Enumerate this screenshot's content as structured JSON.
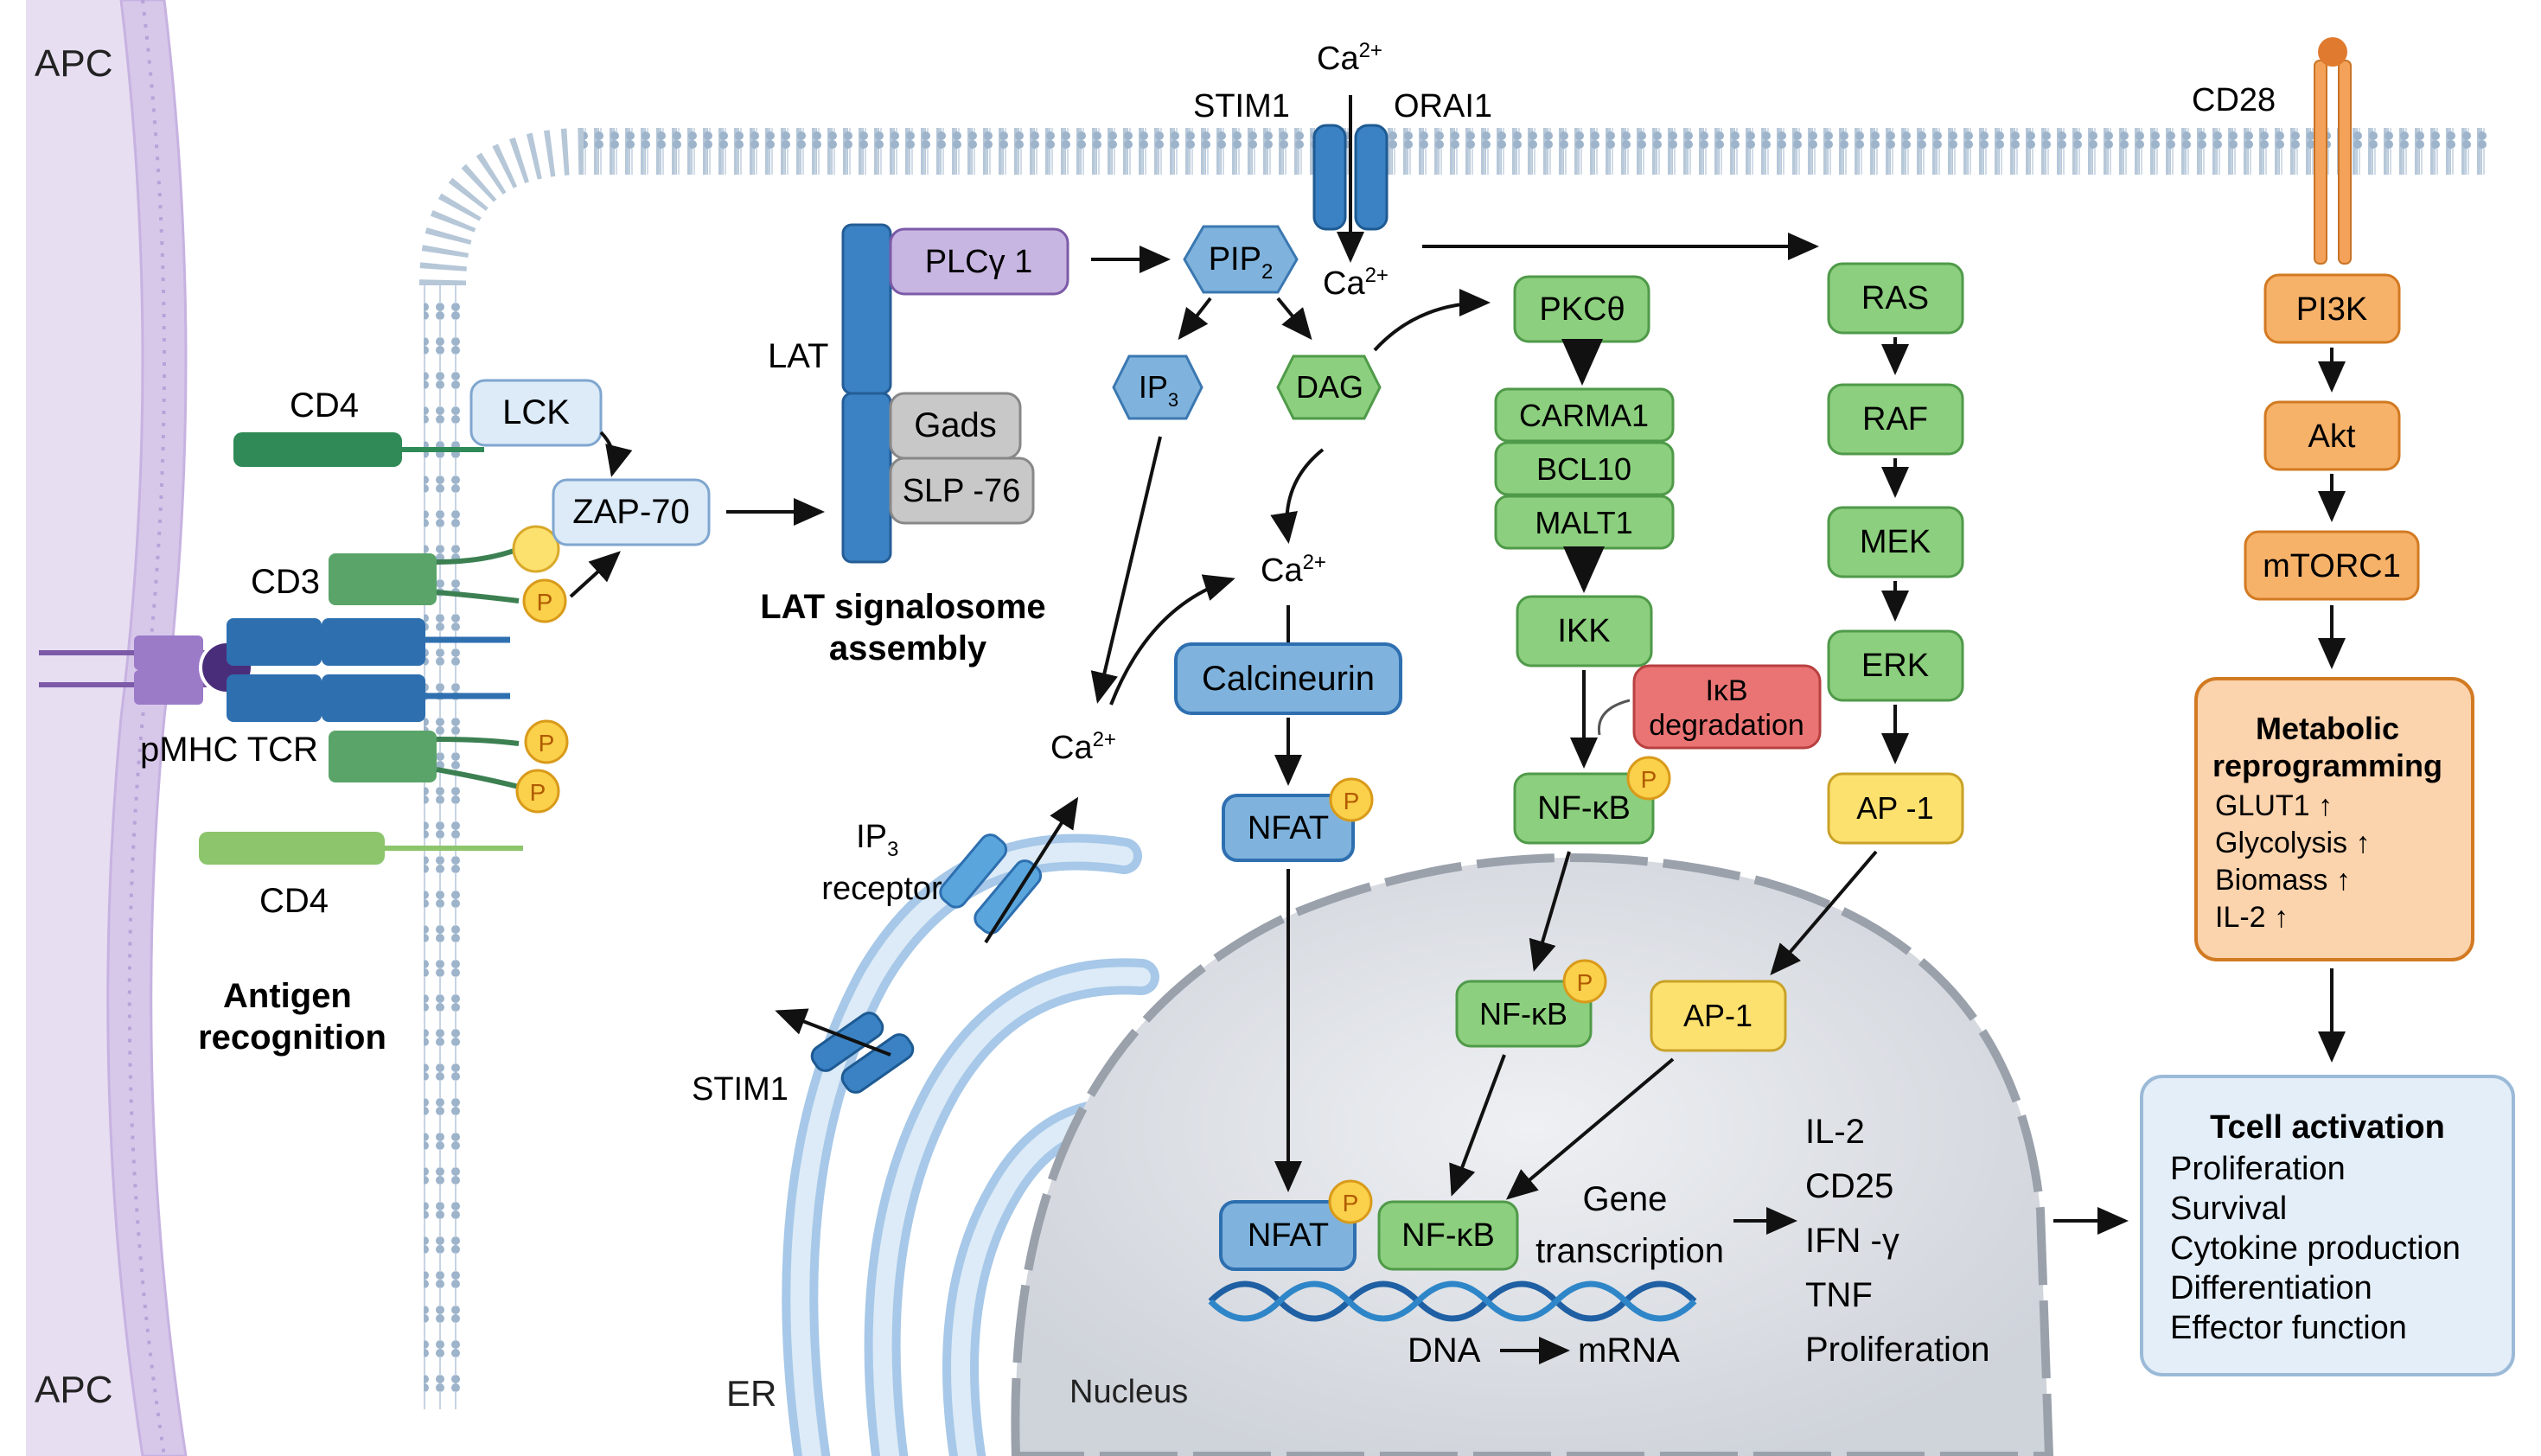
{
  "labels": {
    "apc_top": "APC",
    "apc_bottom": "APC",
    "cd4_top": "CD4",
    "cd4_bottom": "CD4",
    "cd3": "CD3",
    "pmhc_tcr": "pMHC TCR",
    "antigen_recognition_1": "Antigen",
    "antigen_recognition_2": "recognition",
    "lat": "LAT",
    "lat_signalosome_1": "LAT signalosome",
    "lat_signalosome_2": "assembly",
    "stim1_top": "STIM1",
    "orai1": "ORAI1",
    "stim1_er": "STIM1",
    "cd28": "CD28",
    "ip3_receptor_1": "IP",
    "ip3_receptor_1_sub": "3",
    "ip3_receptor_2": "receptor",
    "er": "ER",
    "nucleus": "Nucleus",
    "gene_transcription_1": "Gene",
    "gene_transcription_2": "transcription",
    "dna": "DNA",
    "mrna": "mRNA"
  },
  "calcium": {
    "base": "Ca",
    "charge": "2+"
  },
  "nodes": {
    "lck": "LCK",
    "zap70": "ZAP-70",
    "plcg1": "PLCγ 1",
    "gads": "Gads",
    "slp76": "SLP -76",
    "pip2_base": "PIP",
    "pip2_sub": "2",
    "ip3_base": "IP",
    "ip3_sub": "3",
    "dag": "DAG",
    "calcineurin": "Calcineurin",
    "nfat_cyto": "NFAT",
    "nfat_nuc": "NFAT",
    "pkc": "PKCθ",
    "carma1": "CARMA1",
    "bcl10": "BCL10",
    "malt1": "MALT1",
    "ikk": "IKK",
    "ikb_degradation_1": "IκB",
    "ikb_degradation_2": "degradation",
    "nfkb_cyto": "NF-κB",
    "nfkb_nuc_entry": "NF-κB",
    "nfkb_nuc": "NF-κB",
    "ras": "RAS",
    "raf": "RAF",
    "mek": "MEK",
    "erk": "ERK",
    "ap1_cyto": "AP -1",
    "ap1_nuc": "AP-1",
    "pi3k": "PI3K",
    "akt": "Akt",
    "mtorc1": "mTORC1",
    "phospho": "P"
  },
  "outputs": [
    "IL-2",
    "CD25",
    "IFN -γ",
    "TNF",
    "Proliferation"
  ],
  "metabolic": {
    "title_1": "Metabolic",
    "title_2": "reprogramming",
    "items": [
      "GLUT1 ↑",
      "Glycolysis ↑",
      "Biomass ↑",
      "IL-2 ↑"
    ]
  },
  "activation": {
    "title": "Tcell activation",
    "items": [
      "Proliferation",
      "Survival",
      "Cytokine production",
      "Differentiation",
      "Effector function"
    ]
  },
  "colors": {
    "green": "#8ccf7e",
    "blue": "#7fb3dd",
    "purple": "#c8b6e2",
    "orange": "#f7b26a",
    "yellow": "#fde16f",
    "red": "#ea7474",
    "light_blue": "#dcebf7",
    "membrane": "#a9bfd6",
    "apc": "#e5dcf0"
  }
}
